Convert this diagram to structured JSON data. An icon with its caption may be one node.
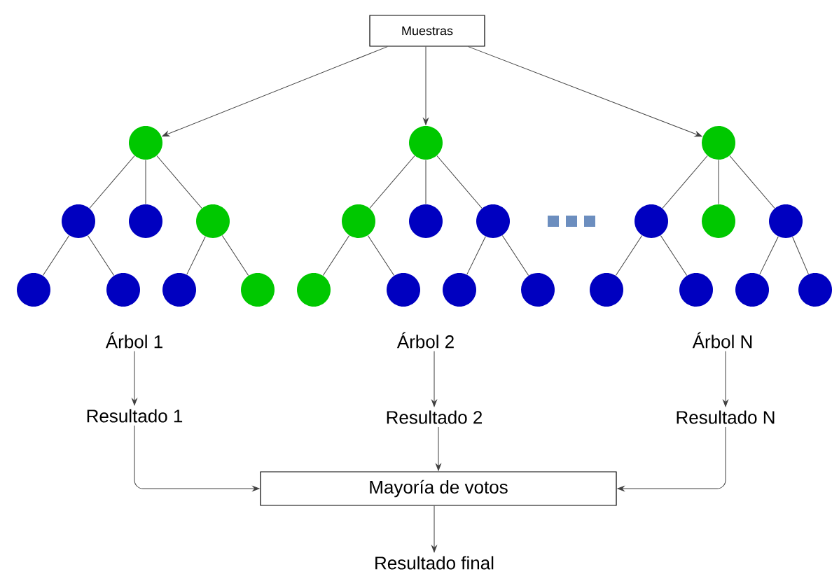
{
  "diagram": {
    "nodes": [
      {
        "text": [
          "Muestras"
        ]
      },
      {
        "text": [],
        "shape": "circle"
      },
      {
        "text": [],
        "shape": "circle"
      },
      {
        "text": [],
        "shape": "circle"
      },
      {
        "text": [],
        "shape": "circle"
      },
      {
        "text": [],
        "shape": "circle"
      },
      {
        "text": [],
        "shape": "circle"
      },
      {
        "text": [],
        "shape": "circle"
      },
      {
        "text": [],
        "shape": "circle"
      },
      {
        "text": [],
        "shape": "circle"
      },
      {
        "text": [],
        "shape": "circle"
      },
      {
        "text": [],
        "shape": "circle"
      },
      {
        "text": [],
        "shape": "circle"
      },
      {
        "text": [],
        "shape": "circle"
      },
      {
        "text": [],
        "shape": "circle"
      },
      {
        "text": [],
        "shape": "circle"
      },
      {
        "text": [],
        "shape": "circle"
      },
      {
        "text": [],
        "shape": "circle"
      },
      {
        "text": [],
        "shape": "circle"
      },
      {
        "text": [],
        "shape": "circle"
      },
      {
        "text": [],
        "shape": "circle"
      },
      {
        "text": [],
        "shape": "circle"
      },
      {
        "text": [],
        "shape": "circle"
      },
      {
        "text": [],
        "shape": "circle"
      },
      {
        "text": [],
        "shape": "circle"
      },
      {
        "text": [
          "Árbol 1"
        ]
      },
      {
        "text": [
          "Árbol 2"
        ]
      },
      {
        "text": [
          "Árbol N"
        ]
      },
      {
        "text": [
          "Resultado 1"
        ]
      },
      {
        "text": [
          "Resultado 2"
        ]
      },
      {
        "text": [
          "Resultado N"
        ]
      },
      {
        "text": [
          "Mayoría de votos"
        ]
      },
      {
        "text": [
          "Resultado final"
        ]
      }
    ],
    "edges": [
      {
        "from": 0,
        "to": 1,
        "arrow": "to"
      },
      {
        "from": 0,
        "to": 9,
        "arrow": "to"
      },
      {
        "from": 0,
        "to": 17,
        "arrow": "to"
      },
      {
        "from": 1,
        "to": 2,
        "arrow": "none"
      },
      {
        "from": 1,
        "to": 3,
        "arrow": "none"
      },
      {
        "from": 1,
        "to": 4,
        "arrow": "none"
      },
      {
        "from": 2,
        "to": 5,
        "arrow": "none"
      },
      {
        "from": 2,
        "to": 6,
        "arrow": "none"
      },
      {
        "from": 4,
        "to": 7,
        "arrow": "none"
      },
      {
        "from": 4,
        "to": 8,
        "arrow": "none"
      },
      {
        "from": 9,
        "to": 10,
        "arrow": "none"
      },
      {
        "from": 9,
        "to": 11,
        "arrow": "none"
      },
      {
        "from": 9,
        "to": 12,
        "arrow": "none"
      },
      {
        "from": 10,
        "to": 13,
        "arrow": "none"
      },
      {
        "from": 10,
        "to": 14,
        "arrow": "none"
      },
      {
        "from": 12,
        "to": 15,
        "arrow": "none"
      },
      {
        "from": 12,
        "to": 16,
        "arrow": "none"
      },
      {
        "from": 17,
        "to": 18,
        "arrow": "none"
      },
      {
        "from": 17,
        "to": 19,
        "arrow": "none"
      },
      {
        "from": 17,
        "to": 20,
        "arrow": "none"
      },
      {
        "from": 18,
        "to": 21,
        "arrow": "none"
      },
      {
        "from": 18,
        "to": 22,
        "arrow": "none"
      },
      {
        "from": 20,
        "to": 23,
        "arrow": "none"
      },
      {
        "from": 20,
        "to": 24,
        "arrow": "none"
      },
      {
        "from": 25,
        "to": 28,
        "arrow": "to"
      },
      {
        "from": 26,
        "to": 29,
        "arrow": "to"
      },
      {
        "from": 27,
        "to": 30,
        "arrow": "to"
      },
      {
        "from": 28,
        "to": 31,
        "arrow": "to"
      },
      {
        "from": 29,
        "to": 31,
        "arrow": "to"
      },
      {
        "from": 30,
        "to": 31,
        "arrow": "to"
      },
      {
        "from": 31,
        "to": 32,
        "arrow": "to"
      }
    ]
  }
}
